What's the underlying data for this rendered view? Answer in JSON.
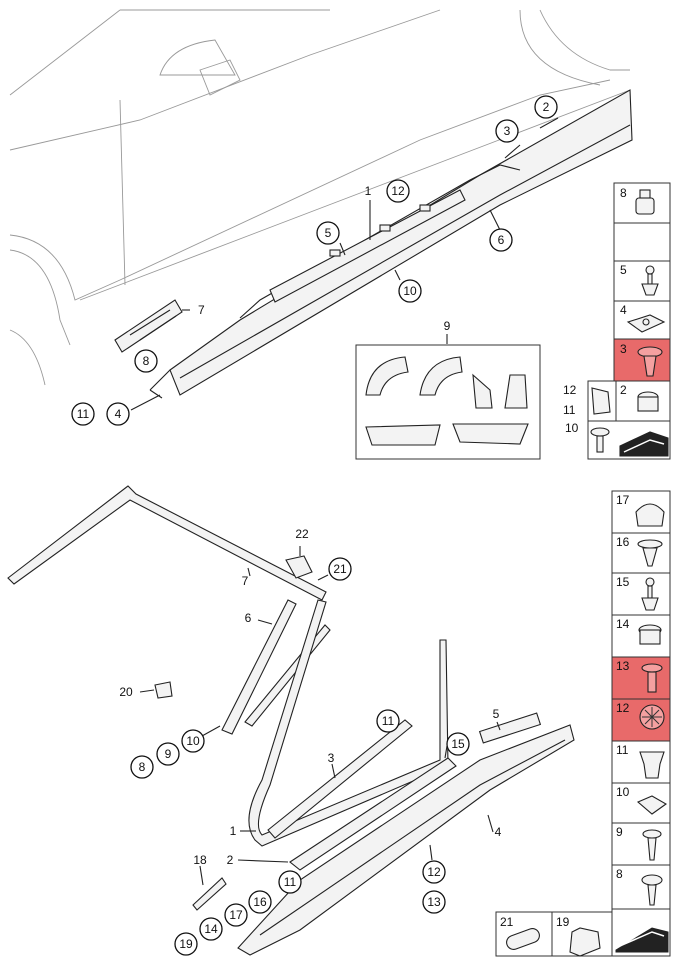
{
  "top_section": {
    "callouts": [
      "1",
      "2",
      "3",
      "4",
      "5",
      "6",
      "7",
      "8",
      "9",
      "10",
      "11",
      "12"
    ]
  },
  "top_sidebar": {
    "items": [
      {
        "num": "8",
        "icon": "plug-cap-icon",
        "highlight": false
      },
      {
        "num": "",
        "icon": "blank-cell",
        "highlight": false
      },
      {
        "num": "5",
        "icon": "screw-rivet-icon",
        "highlight": false
      },
      {
        "num": "4",
        "icon": "spring-nut-icon",
        "highlight": false
      },
      {
        "num": "3",
        "icon": "expanding-rivet-icon",
        "highlight": true
      },
      {
        "num": "12",
        "num2": "11",
        "icon": "clip-icon",
        "highlight": false
      },
      {
        "num": "2",
        "icon": "grommet-icon",
        "highlight": false
      },
      {
        "num": "10",
        "icon": "washer-screw-icon",
        "highlight": false
      }
    ]
  },
  "bottom_section": {
    "callouts": [
      "1",
      "2",
      "3",
      "4",
      "5",
      "6",
      "7",
      "8",
      "9",
      "10",
      "11",
      "12",
      "13",
      "14",
      "15",
      "16",
      "17",
      "18",
      "19",
      "20",
      "21",
      "22"
    ]
  },
  "bottom_sidebar": {
    "items": [
      {
        "num": "17",
        "icon": "cap-icon",
        "highlight": false
      },
      {
        "num": "16",
        "icon": "push-rivet-icon",
        "highlight": false
      },
      {
        "num": "15",
        "icon": "screw-rivet-icon",
        "highlight": false
      },
      {
        "num": "14",
        "icon": "grommet-icon",
        "highlight": false
      },
      {
        "num": "13",
        "icon": "rivet-pin-icon",
        "highlight": true
      },
      {
        "num": "12",
        "icon": "spreading-rivet-icon",
        "highlight": true
      },
      {
        "num": "11",
        "icon": "fir-tree-clip-icon",
        "highlight": false
      },
      {
        "num": "10",
        "icon": "spring-nut-icon",
        "highlight": false
      },
      {
        "num": "9",
        "icon": "tapping-screw-icon",
        "highlight": false
      },
      {
        "num": "8",
        "icon": "washer-screw-icon",
        "highlight": false
      }
    ],
    "bottom_row": [
      {
        "num": "21",
        "icon": "cylinder-plug-icon"
      },
      {
        "num": "19",
        "icon": "clip-strip-icon"
      },
      {
        "num": "",
        "icon": "arrow-icon"
      }
    ]
  },
  "colors": {
    "highlight": "#e86a6a",
    "line": "#222222",
    "ghost": "#999999"
  }
}
